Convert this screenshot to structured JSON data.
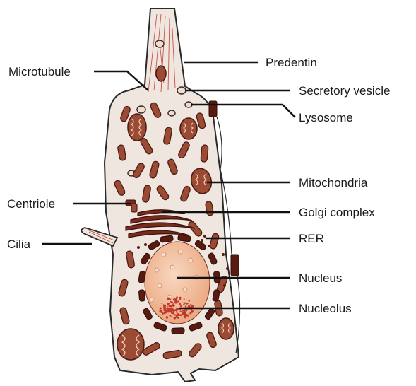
{
  "diagram": {
    "colors": {
      "cytoplasm": "#efe6df",
      "outline": "#2a2a2a",
      "organelle": "#9b4a33",
      "organelle_dark": "#4a1c12",
      "nucleus": "#f3c4a3",
      "nucleolus": "#c0392b",
      "leader": "#111111"
    },
    "labels": {
      "predentin": "Predentin",
      "microtubule": "Microtubule",
      "secretory_vesicle": "Secretory vesicle",
      "lysosome": "Lysosome",
      "mitochondria": "Mitochondria",
      "centriole": "Centriole",
      "golgi": "Golgi complex",
      "cilia": "Cilia",
      "rer": "RER",
      "nucleus": "Nucleus",
      "nucleolus": "Nucleolus"
    }
  }
}
